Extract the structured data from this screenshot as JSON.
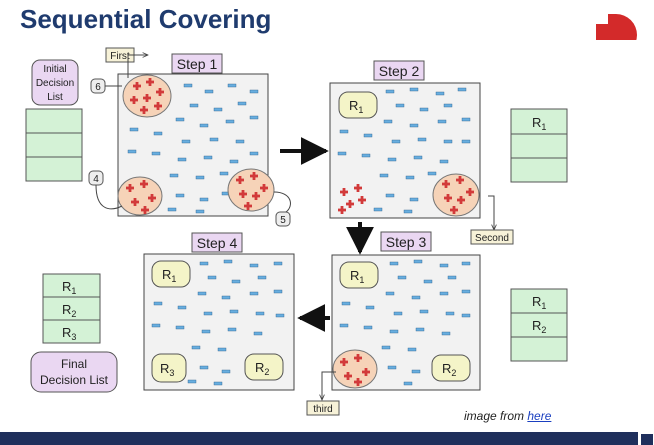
{
  "title": "Sequential Covering",
  "initial_list": {
    "label_line1": "Initial",
    "label_line2": "Decision",
    "label_line3": "List"
  },
  "final_list": {
    "label_line1": "Final",
    "label_line2": "Decision List"
  },
  "steps": {
    "step1": "Step 1",
    "step2": "Step 2",
    "step3": "Step 3",
    "step4": "Step 4"
  },
  "callouts": {
    "first": "First",
    "second": "Second",
    "third": "third",
    "n4": "4",
    "n5": "5",
    "n6": "6"
  },
  "rules": {
    "r1_base": "R",
    "r1_sub": "1",
    "r2_base": "R",
    "r2_sub": "2",
    "r3_base": "R",
    "r3_sub": "3"
  },
  "credit": {
    "prefix": "image from ",
    "link": "here"
  },
  "colors": {
    "title": "#1f3b6e",
    "list_fill": "#d4f2d6",
    "rule_fill": "#f4f4c8",
    "label_fill": "#ead7f2",
    "cluster_fill": "#f6d3b8",
    "plus": "#d23a3a",
    "minus": "#68aee0",
    "logo_red": "#d32a2a",
    "bar": "#1f2f5c"
  }
}
